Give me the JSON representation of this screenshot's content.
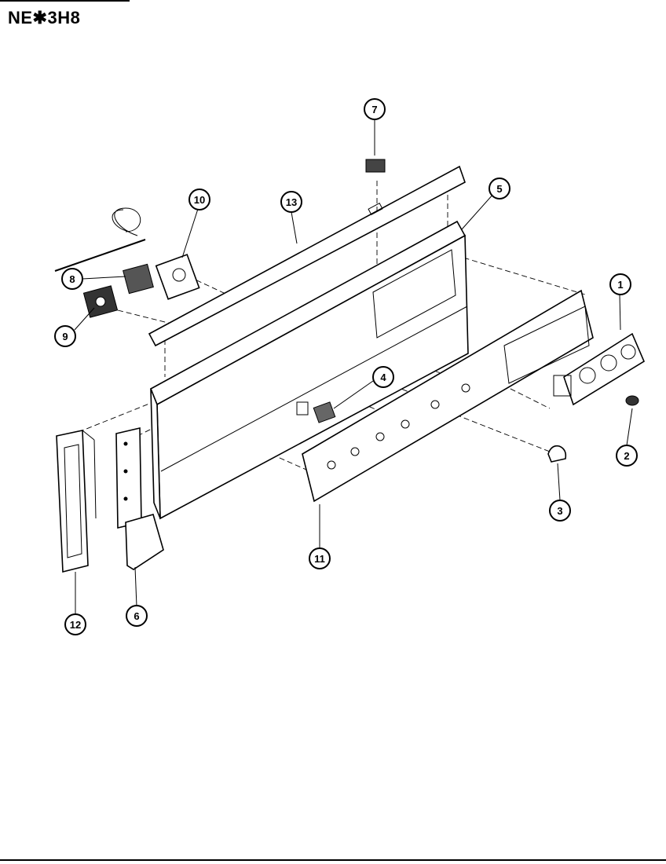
{
  "header": {
    "model": "NE✱3H8"
  },
  "parts": [
    {
      "id": "1",
      "label": "1"
    },
    {
      "id": "2",
      "label": "2"
    },
    {
      "id": "3",
      "label": "3"
    },
    {
      "id": "4",
      "label": "4"
    },
    {
      "id": "5",
      "label": "5"
    },
    {
      "id": "6",
      "label": "6"
    },
    {
      "id": "7",
      "label": "7"
    },
    {
      "id": "8",
      "label": "8"
    },
    {
      "id": "9",
      "label": "9"
    },
    {
      "id": "10",
      "label": "10"
    },
    {
      "id": "11",
      "label": "11"
    },
    {
      "id": "12",
      "label": "12"
    },
    {
      "id": "13",
      "label": "13"
    }
  ],
  "colors": {
    "ink": "#000000",
    "paper": "#ffffff"
  }
}
